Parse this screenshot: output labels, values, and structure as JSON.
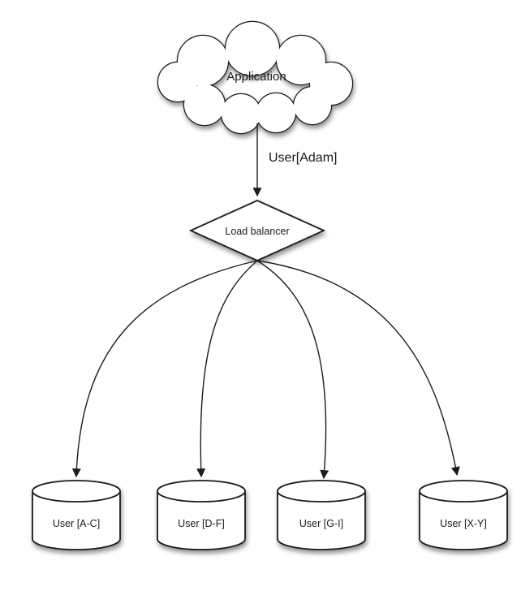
{
  "diagram": {
    "background": "#ffffff",
    "line_color": "#1c1c1c",
    "text_color": "#1a1a1a",
    "nodes": [
      {
        "id": "application",
        "type": "cloud",
        "label": "Application"
      },
      {
        "id": "load-balancer",
        "type": "diamond",
        "label": "Load balancer"
      },
      {
        "id": "shard-ac",
        "type": "cylinder",
        "label": "User [A-C]"
      },
      {
        "id": "shard-df",
        "type": "cylinder",
        "label": "User [D-F]"
      },
      {
        "id": "shard-gi",
        "type": "cylinder",
        "label": "User [G-I]"
      },
      {
        "id": "shard-xy",
        "type": "cylinder",
        "label": "User [X-Y]"
      }
    ],
    "edges": [
      {
        "from": "application",
        "to": "load-balancer",
        "label": "User[Adam]"
      },
      {
        "from": "load-balancer",
        "to": "shard-ac"
      },
      {
        "from": "load-balancer",
        "to": "shard-df"
      },
      {
        "from": "load-balancer",
        "to": "shard-gi"
      },
      {
        "from": "load-balancer",
        "to": "shard-xy"
      }
    ]
  }
}
